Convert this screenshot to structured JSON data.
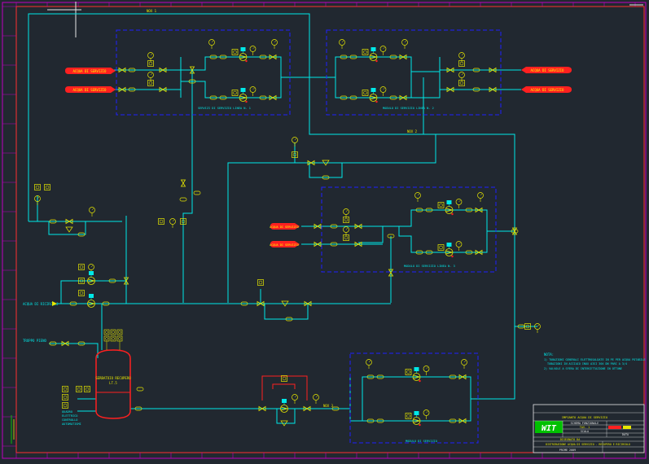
{
  "drawing": {
    "pipe_labels": {
      "top": "NOX 1",
      "right": "NOX 2",
      "bottom": "NOX 3"
    },
    "loop_labels": {
      "top_left": "SERVIZI DI SERVIZIO LINEA N. 1",
      "top_right": "MODULO DI SERVIZIO LINEA N. 2",
      "mid_right": "MODULO DI SERVIZIO LINEA N. 3",
      "bottom": "MODULO DI SERVIZIO"
    },
    "sources": {
      "left_1": "ACQUA DI SERVIZIO",
      "left_2": "ACQUA DI SERVIZIO",
      "right_1": "ACQUA DI SERVIZIO",
      "right_2": "ACQUA DI SERVIZIO",
      "mid_1": "ACQUA DI SERVIZIO",
      "mid_2": "ACQUA DI SERVIZIO"
    },
    "side_labels": {
      "water_inlet": "ACQUA DI RICIRCOLO",
      "inlet_2": "TROPPO PIENO",
      "tank_title": "SERBATOIO RECUPERO",
      "tank_sub": "LT.5",
      "panel_1": "QUADRO",
      "panel_2": "ELETTRICO",
      "panel_3": "CONTROLLO",
      "panel_4": "AUTOMATISMI"
    },
    "notes": {
      "title": "NOTA:",
      "line1": "1) TUBAZIONI GENERALI ELETTROSALDATE IN PE PER ACQUA POTABILE",
      "line2": "TUBAZIONI IN ACCIAIO INOX AISI 304 DN PARI A 3/4",
      "line3": "2) VALVOLE A SFERA DI INTERCETTAZIONE IN OTTONE"
    },
    "title_block": {
      "logo": "WIT",
      "row1": "IMPIANTO ACQUA DI SERVIZIO",
      "row2": "SCHEMA FUNZIONALE",
      "row3": "TAV. 1",
      "row4": "SCALA",
      "row5": "DATA",
      "row6": "DISEGNATO DA",
      "row7": "DISTRIBUZIONE ACQUA DI SERVIZIO - RECUPERO E RICIRCOLO",
      "row8": "PRIME 2009"
    },
    "colors": {
      "background": "#212830",
      "pipe": "#00e8e8",
      "valve": "#e8e800",
      "frame": "#c000c0",
      "loop": "#2020ff",
      "red": "#ff2020",
      "green": "#00e000",
      "white": "#e8e8e8"
    }
  }
}
